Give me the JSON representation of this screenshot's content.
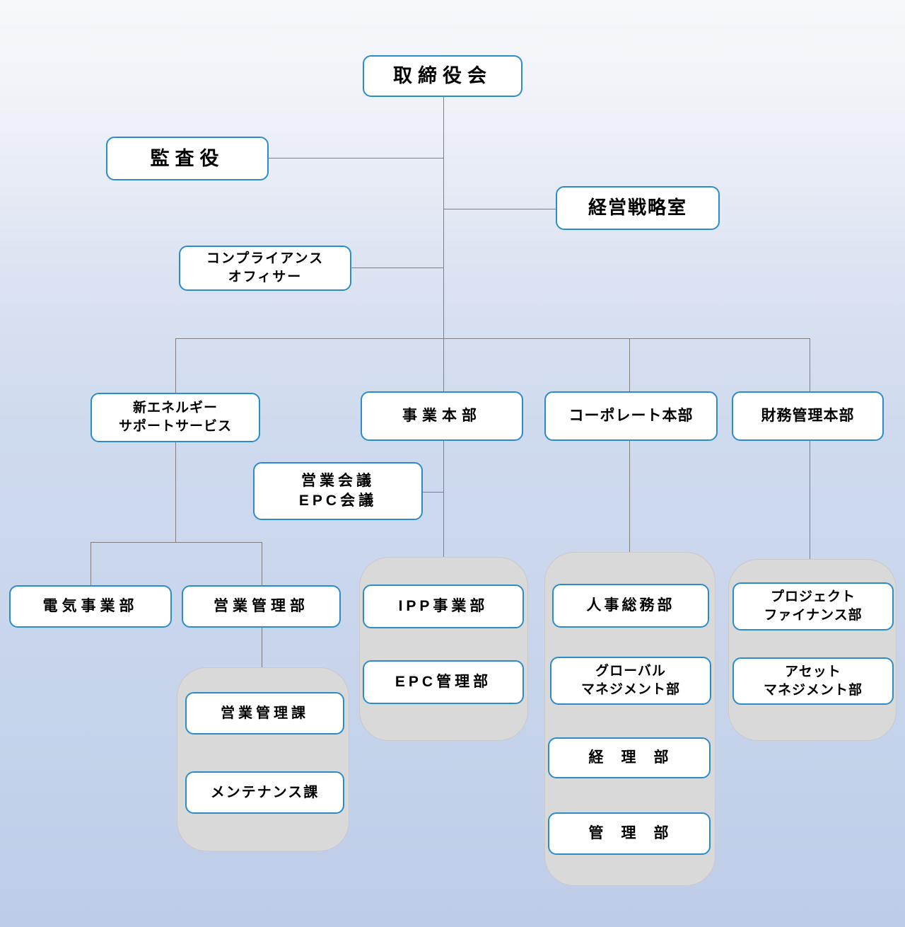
{
  "diagram": {
    "type": "org-chart",
    "language": "ja",
    "colors": {
      "box_background": "#ffffff",
      "box_border": "#2b8ccc",
      "connector_line": "#7f7f7f",
      "group_background": "#d9d9d9",
      "background_top": "#f7f8fc",
      "background_bottom": "#becce8"
    },
    "nodes": {
      "board": {
        "label": "取締役会"
      },
      "auditor": {
        "label": "監査役"
      },
      "strategy": {
        "label": "経営戦略室"
      },
      "compliance": {
        "label": "コンプライアンス\nオフィサー"
      },
      "new_energy": {
        "label": "新エネルギー\nサポートサービス"
      },
      "business_hq": {
        "label": "事業本部"
      },
      "corporate_hq": {
        "label": "コーポレート本部"
      },
      "finance_hq": {
        "label": "財務管理本部"
      },
      "sales_meeting": {
        "label": "営業会議\nEPC会議"
      },
      "electric_dept": {
        "label": "電気事業部"
      },
      "sales_mgmt_dept": {
        "label": "営業管理部"
      },
      "sales_mgmt_section": {
        "label": "営業管理課"
      },
      "maintenance_section": {
        "label": "メンテナンス課"
      },
      "ipp_dept": {
        "label": "IPP事業部"
      },
      "epc_dept": {
        "label": "EPC管理部"
      },
      "hr_general_affairs_dept": {
        "label": "人事総務部"
      },
      "global_management_dept": {
        "label": "グローバル\nマネジメント部"
      },
      "accounting_dept": {
        "label": "経　理　部"
      },
      "administration_dept": {
        "label": "管　理　部"
      },
      "project_finance_dept": {
        "label": "プロジェクト\nファイナンス部"
      },
      "asset_management_dept": {
        "label": "アセット\nマネジメント部"
      }
    },
    "edges": [
      [
        "board",
        "auditor"
      ],
      [
        "board",
        "strategy"
      ],
      [
        "board",
        "compliance"
      ],
      [
        "board",
        "new_energy"
      ],
      [
        "board",
        "business_hq"
      ],
      [
        "board",
        "corporate_hq"
      ],
      [
        "board",
        "finance_hq"
      ],
      [
        "business_hq",
        "sales_meeting"
      ],
      [
        "new_energy",
        "electric_dept"
      ],
      [
        "new_energy",
        "sales_mgmt_dept"
      ],
      [
        "sales_mgmt_dept",
        "sales_mgmt_section_group"
      ],
      [
        "business_hq",
        "business_group"
      ],
      [
        "corporate_hq",
        "corporate_group"
      ],
      [
        "finance_hq",
        "finance_group"
      ]
    ]
  }
}
